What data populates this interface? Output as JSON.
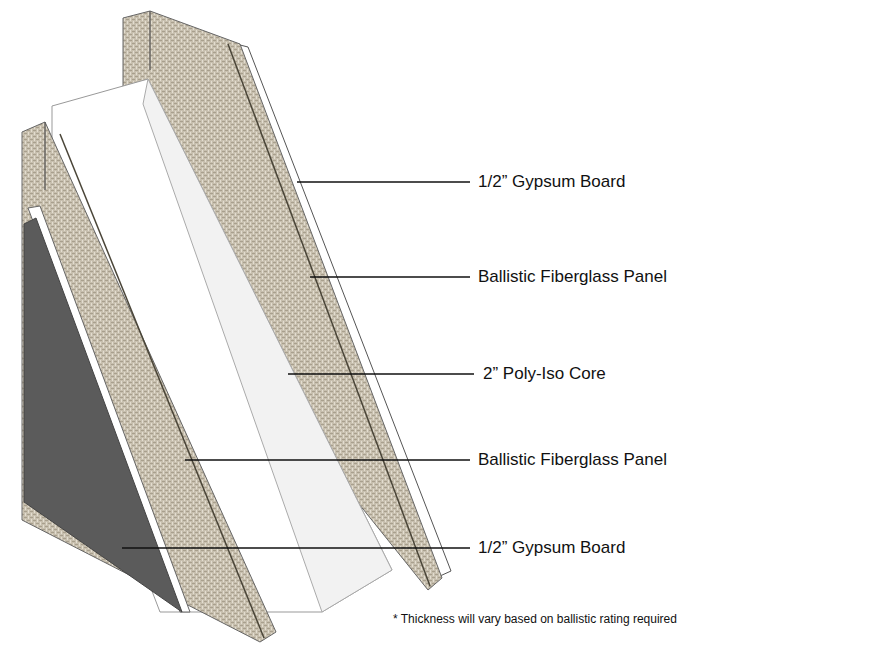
{
  "diagram": {
    "labels": [
      "1/2” Gypsum Board",
      "Ballistic Fiberglass Panel",
      "2” Poly-Iso Core",
      "Ballistic Fiberglass Panel",
      "1/2” Gypsum Board",
      "* Thickness will vary based on ballistic rating required"
    ]
  }
}
